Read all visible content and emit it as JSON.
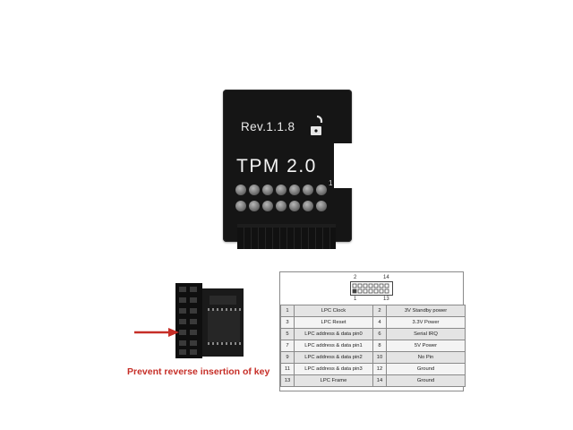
{
  "board": {
    "revision": "Rev.1.1.8",
    "title": "TPM 2.0",
    "pin1_marker": "1",
    "icon": "lock-icon"
  },
  "side_view": {
    "caption": "Prevent reverse insertion of key",
    "arrow_color": "#c62e27"
  },
  "pin_diagram": {
    "top_left_label": "2",
    "top_right_label": "14",
    "bottom_left_label": "1",
    "bottom_right_label": "13"
  },
  "pin_table": {
    "rows": [
      {
        "pin_a": "1",
        "signal_a": "LPC Clock",
        "pin_b": "2",
        "signal_b": "3V Standby power"
      },
      {
        "pin_a": "3",
        "signal_a": "LPC Reset",
        "pin_b": "4",
        "signal_b": "3.3V Power"
      },
      {
        "pin_a": "5",
        "signal_a": "LPC address & data pin0",
        "pin_b": "6",
        "signal_b": "Serial IRQ"
      },
      {
        "pin_a": "7",
        "signal_a": "LPC address & data pin1",
        "pin_b": "8",
        "signal_b": "5V Power"
      },
      {
        "pin_a": "9",
        "signal_a": "LPC address & data pin2",
        "pin_b": "10",
        "signal_b": "No Pin"
      },
      {
        "pin_a": "11",
        "signal_a": "LPC address & data pin3",
        "pin_b": "12",
        "signal_b": "Ground"
      },
      {
        "pin_a": "13",
        "signal_a": "LPC Frame",
        "pin_b": "14",
        "signal_b": "Ground"
      }
    ]
  }
}
